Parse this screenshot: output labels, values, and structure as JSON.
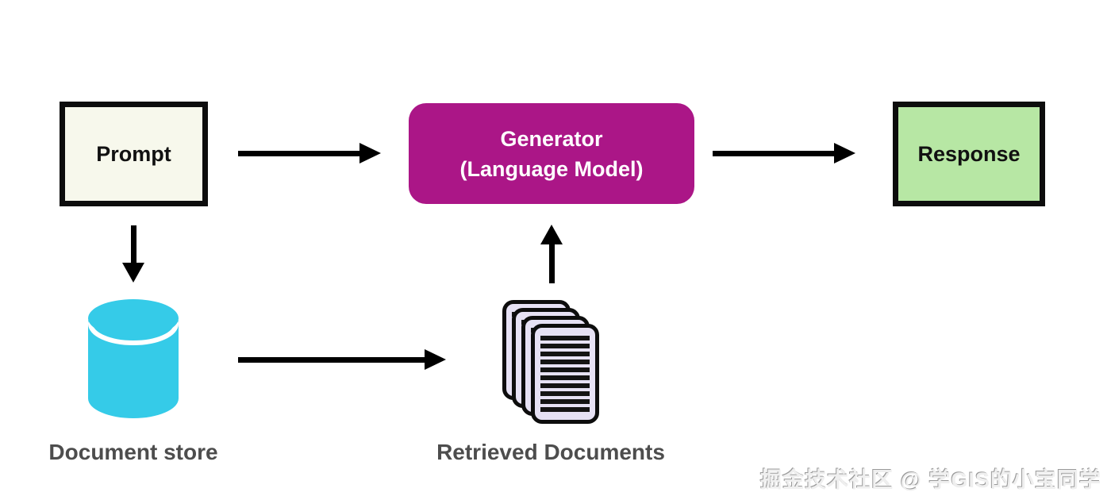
{
  "diagram": {
    "title_hint": "RAG pipeline diagram",
    "nodes": {
      "prompt": {
        "label": "Prompt"
      },
      "generator": {
        "label_line1": "Generator",
        "label_line2": "(Language Model)"
      },
      "response": {
        "label": "Response"
      },
      "document_store": {
        "label": "Document store"
      },
      "retrieved_documents": {
        "label": "Retrieved Documents"
      }
    },
    "edges": [
      {
        "from": "prompt",
        "to": "generator",
        "direction": "right"
      },
      {
        "from": "generator",
        "to": "response",
        "direction": "right"
      },
      {
        "from": "prompt",
        "to": "document_store",
        "direction": "down"
      },
      {
        "from": "document_store",
        "to": "retrieved_documents",
        "direction": "right"
      },
      {
        "from": "retrieved_documents",
        "to": "generator",
        "direction": "up"
      }
    ],
    "colors": {
      "prompt_fill": "#f7f8ec",
      "generator_fill": "#ab1687",
      "response_fill": "#b7e7a4",
      "cylinder_fill": "#35cbe8",
      "document_fill": "#e6e1f4",
      "border": "#0d0d0d",
      "caption_text": "#4d4d4d",
      "arrow": "#000000"
    },
    "watermark": "掘金技术社区 @ 学GIS的小宝同学"
  }
}
